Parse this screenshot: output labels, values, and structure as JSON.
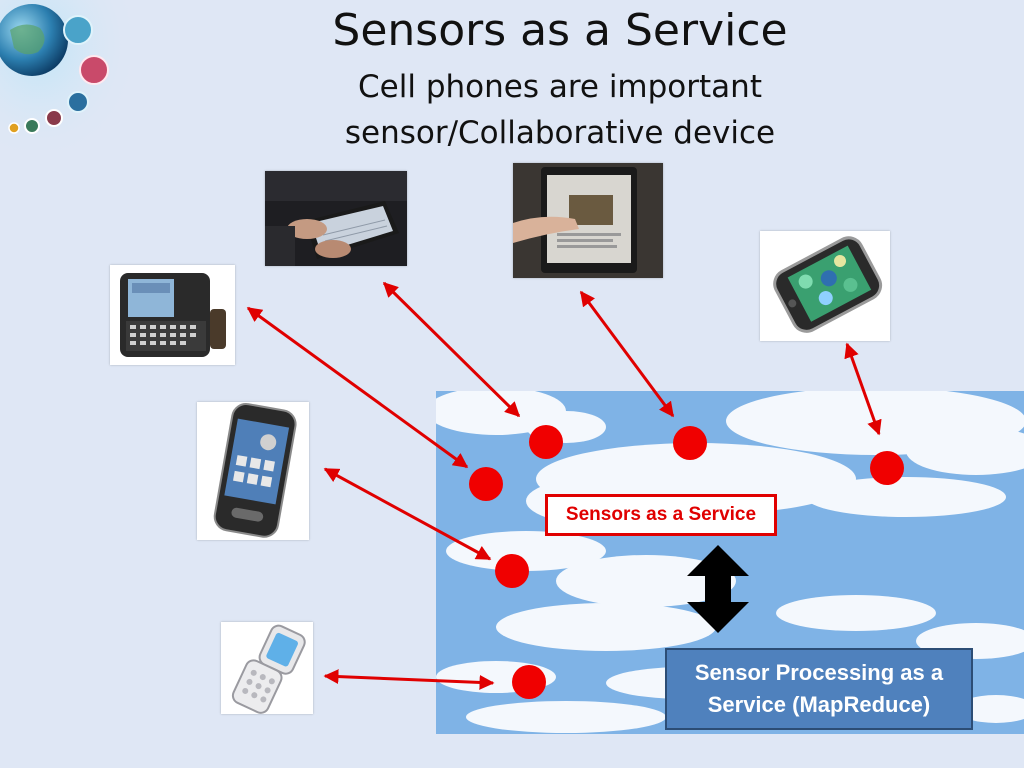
{
  "slide": {
    "title": "Sensors as a Service",
    "subtitle_line1": "Cell phones are important",
    "subtitle_line2": "sensor/Collaborative device"
  },
  "diagram": {
    "service_label": "Sensors as a Service",
    "processing_label_line1": "Sensor Processing as a",
    "processing_label_line2": "Service (MapReduce)"
  },
  "colors": {
    "background": "#dfe7f5",
    "arrow": "#e00000",
    "sensor_node": "#f00000",
    "sky": "#7fb3e6",
    "processing_box": "#4f81bd"
  },
  "devices": [
    {
      "name": "slider-phone",
      "icon": "slider-phone-icon"
    },
    {
      "name": "tablet-typing",
      "icon": "tablet-icon"
    },
    {
      "name": "ebook-reader",
      "icon": "ereader-icon"
    },
    {
      "name": "smartphone-iphone",
      "icon": "iphone-icon"
    },
    {
      "name": "touch-phone",
      "icon": "touchscreen-phone-icon"
    },
    {
      "name": "flip-phone",
      "icon": "flip-phone-icon"
    }
  ]
}
